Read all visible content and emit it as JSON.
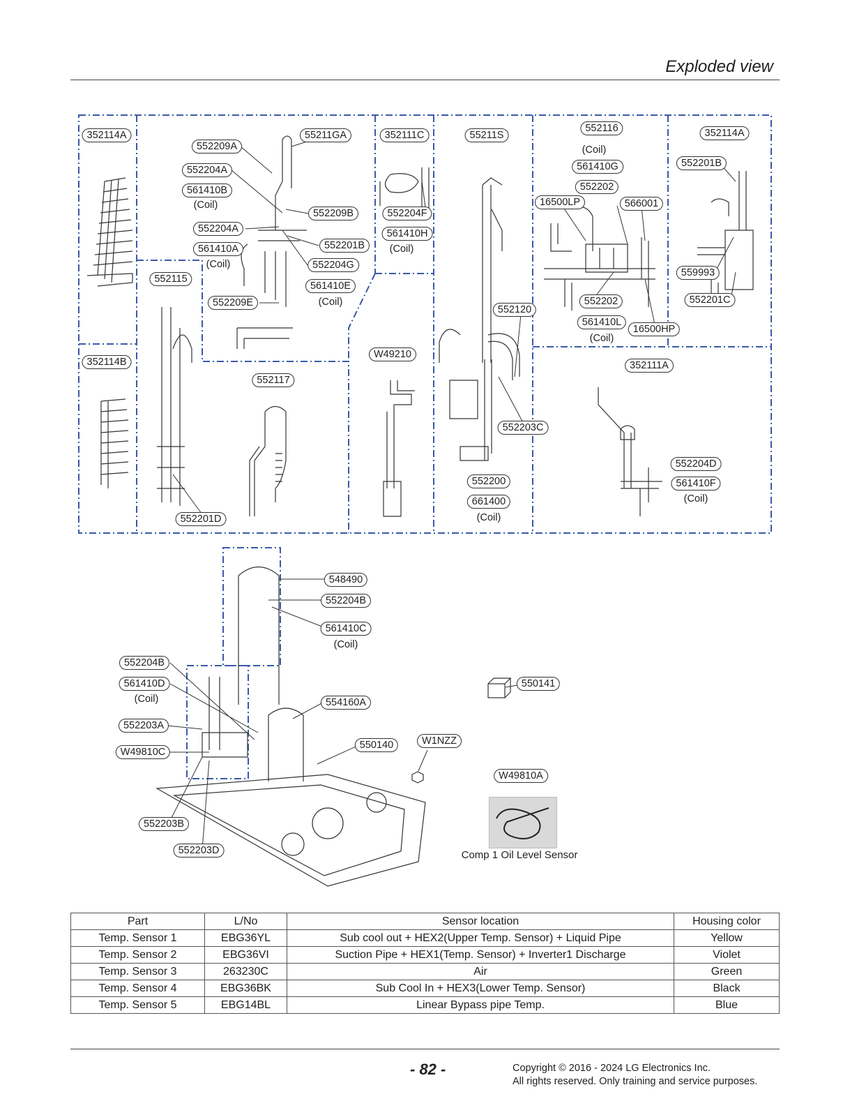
{
  "header": {
    "title": "Exploded view"
  },
  "callouts": [
    {
      "id": "c01",
      "label": "352114A"
    },
    {
      "id": "c02",
      "label": "552209A"
    },
    {
      "id": "c03",
      "label": "55211GA"
    },
    {
      "id": "c04",
      "label": "352111C"
    },
    {
      "id": "c05",
      "label": "55211S"
    },
    {
      "id": "c06",
      "label": "552116"
    },
    {
      "id": "c07",
      "label": "352114A"
    },
    {
      "id": "c08",
      "label": "552204A"
    },
    {
      "id": "c09",
      "label": "561410G"
    },
    {
      "id": "c10",
      "label": "552201B"
    },
    {
      "id": "c11",
      "label": "561410B"
    },
    {
      "id": "c12",
      "label": "552202"
    },
    {
      "id": "c13",
      "label": "16500LP"
    },
    {
      "id": "c14",
      "label": "566001"
    },
    {
      "id": "c15",
      "label": "552209B"
    },
    {
      "id": "c16",
      "label": "552204F"
    },
    {
      "id": "c17",
      "label": "552204A"
    },
    {
      "id": "c18",
      "label": "561410H"
    },
    {
      "id": "c19",
      "label": "552201B"
    },
    {
      "id": "c20",
      "label": "561410A"
    },
    {
      "id": "c21",
      "label": "552204G"
    },
    {
      "id": "c22",
      "label": "559993"
    },
    {
      "id": "c23",
      "label": "552115"
    },
    {
      "id": "c24",
      "label": "561410E"
    },
    {
      "id": "c25",
      "label": "552209E"
    },
    {
      "id": "c26",
      "label": "552202"
    },
    {
      "id": "c27",
      "label": "552201C"
    },
    {
      "id": "c28",
      "label": "552120"
    },
    {
      "id": "c29",
      "label": "561410L"
    },
    {
      "id": "c30",
      "label": "16500HP"
    },
    {
      "id": "c31",
      "label": "W49210"
    },
    {
      "id": "c32",
      "label": "352114B"
    },
    {
      "id": "c33",
      "label": "352111A"
    },
    {
      "id": "c34",
      "label": "552117"
    },
    {
      "id": "c35",
      "label": "552203C"
    },
    {
      "id": "c36",
      "label": "552204D"
    },
    {
      "id": "c37",
      "label": "561410F"
    },
    {
      "id": "c38",
      "label": "552200"
    },
    {
      "id": "c39",
      "label": "661400"
    },
    {
      "id": "c40",
      "label": "552201D"
    },
    {
      "id": "c41",
      "label": "548490"
    },
    {
      "id": "c42",
      "label": "552204B"
    },
    {
      "id": "c43",
      "label": "561410C"
    },
    {
      "id": "c44",
      "label": "552204B"
    },
    {
      "id": "c45",
      "label": "561410D"
    },
    {
      "id": "c46",
      "label": "550141"
    },
    {
      "id": "c47",
      "label": "554160A"
    },
    {
      "id": "c48",
      "label": "552203A"
    },
    {
      "id": "c49",
      "label": "550140"
    },
    {
      "id": "c50",
      "label": "W1NZZ"
    },
    {
      "id": "c51",
      "label": "W49810C"
    },
    {
      "id": "c52",
      "label": "W49810A"
    },
    {
      "id": "c53",
      "label": "552203B"
    },
    {
      "id": "c54",
      "label": "552203D"
    }
  ],
  "coil_notes": [
    {
      "id": "n01",
      "text": "(Coil)"
    },
    {
      "id": "n02",
      "text": "(Coil)"
    },
    {
      "id": "n03",
      "text": "(Coil)"
    },
    {
      "id": "n04",
      "text": "(Coil)"
    },
    {
      "id": "n05",
      "text": "(Coil)"
    },
    {
      "id": "n06",
      "text": "(Coil)"
    },
    {
      "id": "n07",
      "text": "(Coil)"
    },
    {
      "id": "n08",
      "text": "(Coil)"
    },
    {
      "id": "n09",
      "text": "(Coil)"
    },
    {
      "id": "n10",
      "text": "(Coil)"
    }
  ],
  "photo_caption": "Comp 1 Oil Level Sensor",
  "table": {
    "headers": [
      "Part",
      "L/No",
      "Sensor location",
      "Housing color"
    ],
    "rows": [
      [
        "Temp. Sensor 1",
        "EBG36YL",
        "Sub cool out + HEX2(Upper Temp. Sensor) + Liquid Pipe",
        "Yellow"
      ],
      [
        "Temp. Sensor 2",
        "EBG36VI",
        "Suction Pipe + HEX1(Temp. Sensor) + Inverter1 Discharge",
        "Violet"
      ],
      [
        "Temp. Sensor 3",
        "263230C",
        "Air",
        "Green"
      ],
      [
        "Temp. Sensor 4",
        "EBG36BK",
        "Sub Cool In + HEX3(Lower Temp. Sensor)",
        "Black"
      ],
      [
        "Temp. Sensor 5",
        "EBG14BL",
        "Linear Bypass pipe Temp.",
        "Blue"
      ]
    ]
  },
  "footer": {
    "page_number": "- 82 -",
    "copyright_line1": "Copyright © 2016 - 2024 LG Electronics Inc.",
    "copyright_line2": "All rights reserved. Only training and service purposes."
  },
  "colors": {
    "dashed_frame": "#3a5aa8",
    "line": "#333333"
  }
}
